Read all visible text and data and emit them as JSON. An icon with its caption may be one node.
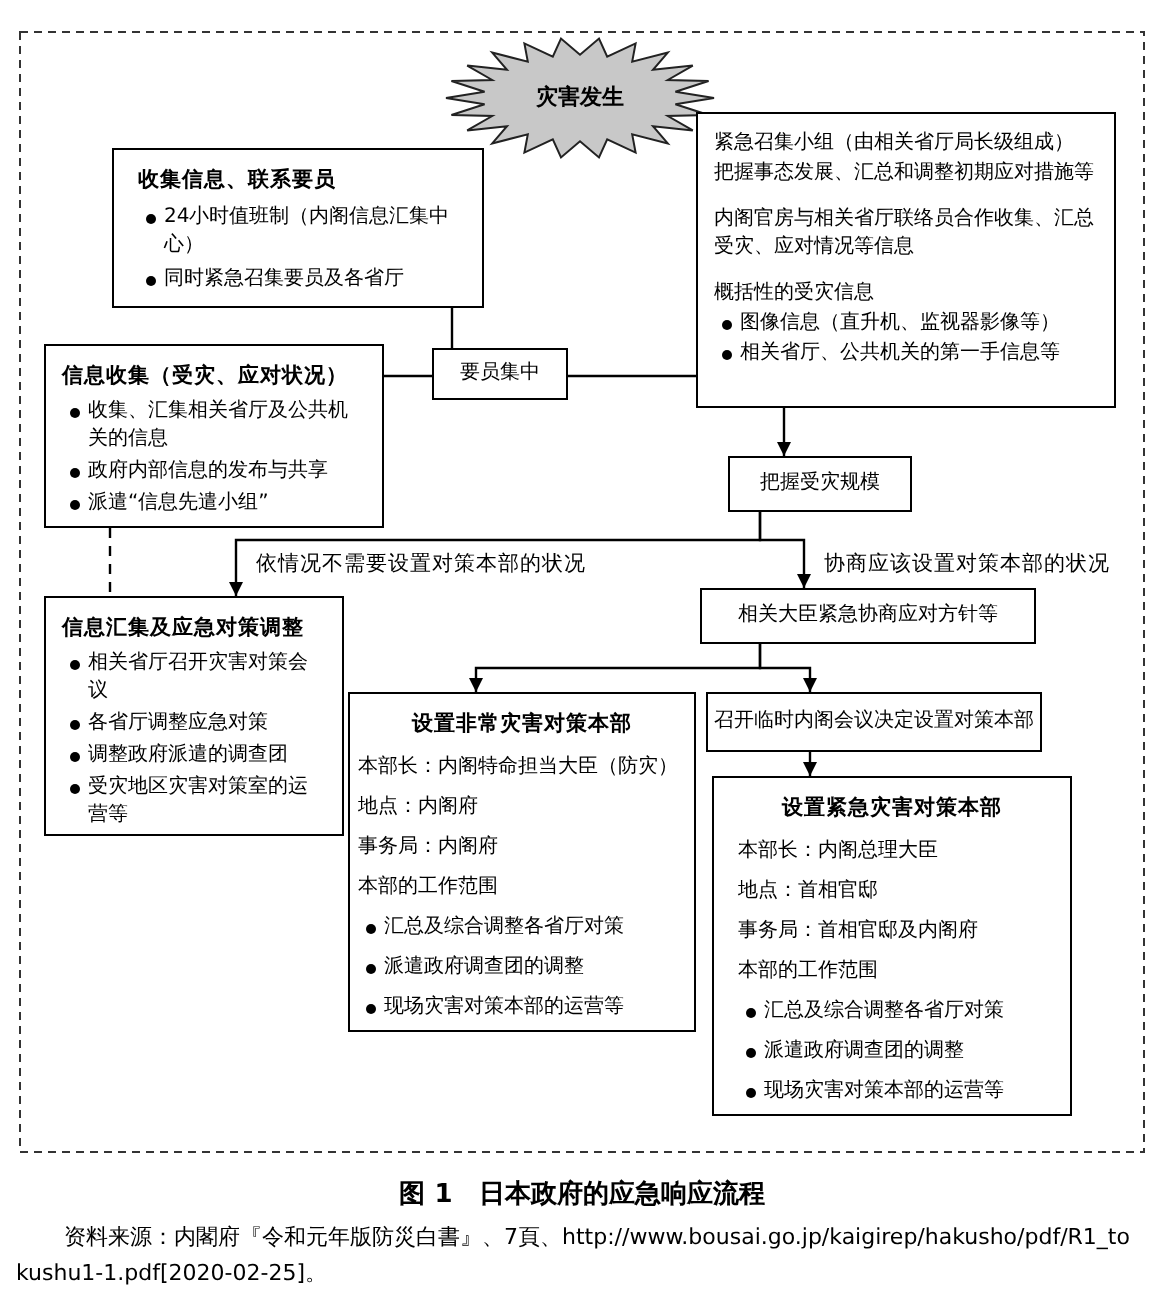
{
  "diagram": {
    "caption": "图 1　日本政府的应急响应流程",
    "nodes": [
      {
        "text": [
          "灾害发生"
        ]
      },
      {
        "text": [
          "收集信息、联系要员",
          "24小时值班制（内阁信息汇集中心）",
          "同时紧急召集要员及各省厅"
        ]
      },
      {
        "text": [
          "要员集中"
        ]
      },
      {
        "text": [
          "紧急召集小组（由相关省厅局长级组成）",
          "把握事态发展、汇总和调整初期应对措施等",
          "内阁官房与相关省厅联络员合作收集、汇总受灾、应对情况等信息",
          "概括性的受灾信息",
          "图像信息（直升机、监视器影像等）",
          "相关省厅、公共机关的第一手信息等"
        ]
      },
      {
        "text": [
          "信息收集（受灾、应对状况）",
          "收集、汇集相关省厅及公共机关的信息",
          "政府内部信息的发布与共享",
          "派遣“信息先遣小组”"
        ]
      },
      {
        "text": [
          "信息汇集及应急对策调整",
          "相关省厅召开灾害对策会议",
          "各省厅调整应急对策",
          "调整政府派遣的调查团",
          "受灾地区灾害对策室的运营等"
        ]
      },
      {
        "text": [
          "把握受灾规模"
        ]
      },
      {
        "text": [
          "相关大臣紧急协商应对方针等"
        ]
      },
      {
        "text": [
          "设置非常灾害对策本部",
          "本部长：内阁特命担当大臣（防灾）",
          "地点：内阁府",
          "事务局：内阁府",
          "本部的工作范围",
          "汇总及综合调整各省厅对策",
          "派遣政府调查团的调整",
          "现场灾害对策本部的运营等"
        ]
      },
      {
        "text": [
          "召开临时内阁会议决定设置对策本部"
        ]
      },
      {
        "text": [
          "设置紧急灾害对策本部",
          "本部长：内阁总理大臣",
          "地点：首相官邸",
          "事务局：首相官邸及内阁府",
          "本部的工作范围",
          "汇总及综合调整各省厅对策",
          "派遣政府调查团的调整",
          "现场灾害对策本部的运营等"
        ]
      }
    ],
    "edges": [
      {
        "from": 1,
        "to": 2,
        "arrow": "none"
      },
      {
        "from": 4,
        "to": 2,
        "arrow": "none"
      },
      {
        "from": 2,
        "to": 3,
        "arrow": "none"
      },
      {
        "from": 3,
        "to": 6,
        "arrow": "to"
      },
      {
        "from": 4,
        "to": 5,
        "arrow": "none",
        "style": "dashed"
      },
      {
        "from": 6,
        "to": 5,
        "arrow": "to",
        "label": "依情况不需要设置对策本部的状况"
      },
      {
        "from": 6,
        "to": 7,
        "arrow": "to",
        "label": "协商应该设置对策本部的状况"
      },
      {
        "from": 7,
        "to": 8,
        "arrow": "to"
      },
      {
        "from": 7,
        "to": 9,
        "arrow": "to"
      },
      {
        "from": 9,
        "to": 10,
        "arrow": "to"
      }
    ],
    "labels": [
      "资料来源：内閣府『令和元年版防災白書』、7頁、http://www.bousai.go.jp/kaigirep/hakusho/pdf/R1_tokushu1-1.pdf[2020-02-25]。"
    ]
  }
}
